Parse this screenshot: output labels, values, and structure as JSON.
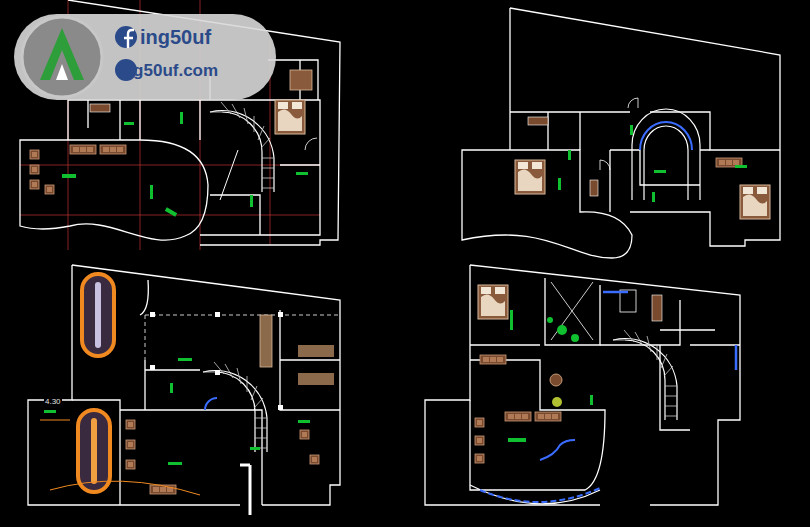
{
  "diagram": {
    "labels": [
      "ing50uf",
      "ing50uf.com",
      "4.30"
    ]
  }
}
